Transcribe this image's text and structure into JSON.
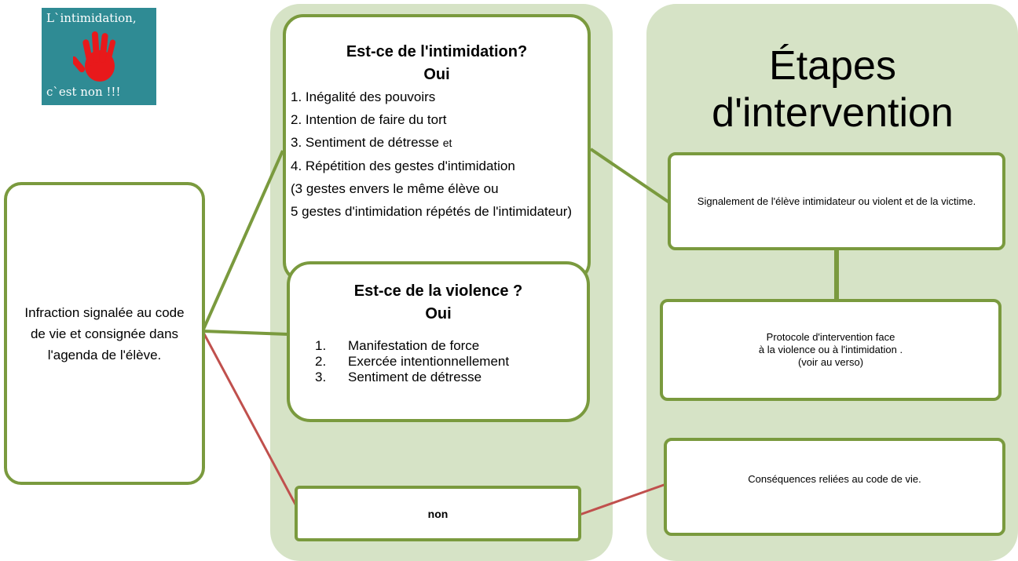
{
  "logo": {
    "top_text": "L`intimidation,",
    "bottom_text": "c`est non !!!",
    "icon": "red-hand-icon",
    "colors": {
      "background": "#2f8b94",
      "hand": "#e8191b"
    }
  },
  "left_box": {
    "text": "Infraction signalée au code de vie  et consignée dans l'agenda  de l'élève."
  },
  "intimidation_box": {
    "title": "Est-ce de l'intimidation?",
    "answer": "Oui",
    "criteria": [
      "1. Inégalité des pouvoirs",
      "2. Intention de faire du tort",
      "3. Sentiment de détresse",
      "4. Répétition des gestes d'intimidation",
      "(3 gestes envers le même élève ou",
      "5 gestes  d'intimidation  répétés de l'intimidateur)"
    ],
    "criteria_suffix": "et"
  },
  "violence_box": {
    "title": "Est-ce de la violence ?",
    "answer": "Oui",
    "criteria": [
      {
        "num": "1.",
        "text": "Manifestation de force"
      },
      {
        "num": "2.",
        "text": "Exercée intentionnellement"
      },
      {
        "num": "3.",
        "text": "Sentiment de détresse"
      }
    ]
  },
  "non_box": {
    "label": "non"
  },
  "steps": {
    "title_line1": "Étapes",
    "title_line2": "d'intervention",
    "signalement": "Signalement de l'élève intimidateur ou violent et de la victime.",
    "protocole_line1": "Protocole d'intervention face",
    "protocole_line2": "à la violence  ou à l'intimidation .",
    "protocole_line3": "(voir au verso)",
    "consequences": "Conséquences reliées au code de vie."
  },
  "colors": {
    "panel": "#d6e3c6",
    "border": "#7a9a3e",
    "connector_green": "#7a9a3e",
    "connector_red": "#c0504d"
  }
}
